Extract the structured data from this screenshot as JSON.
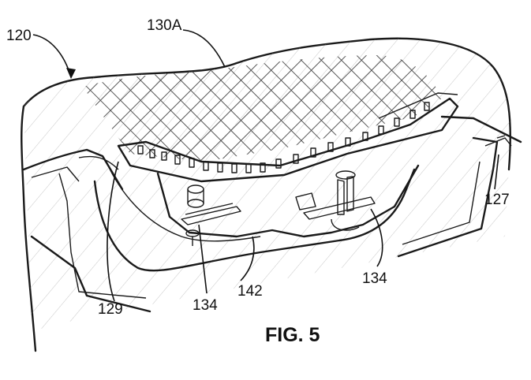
{
  "figure": {
    "caption": "FIG. 5",
    "labels": {
      "l120": "120",
      "l130A": "130A",
      "l127": "127",
      "l129": "129",
      "l134a": "134",
      "l142": "142",
      "l134b": "134"
    }
  }
}
